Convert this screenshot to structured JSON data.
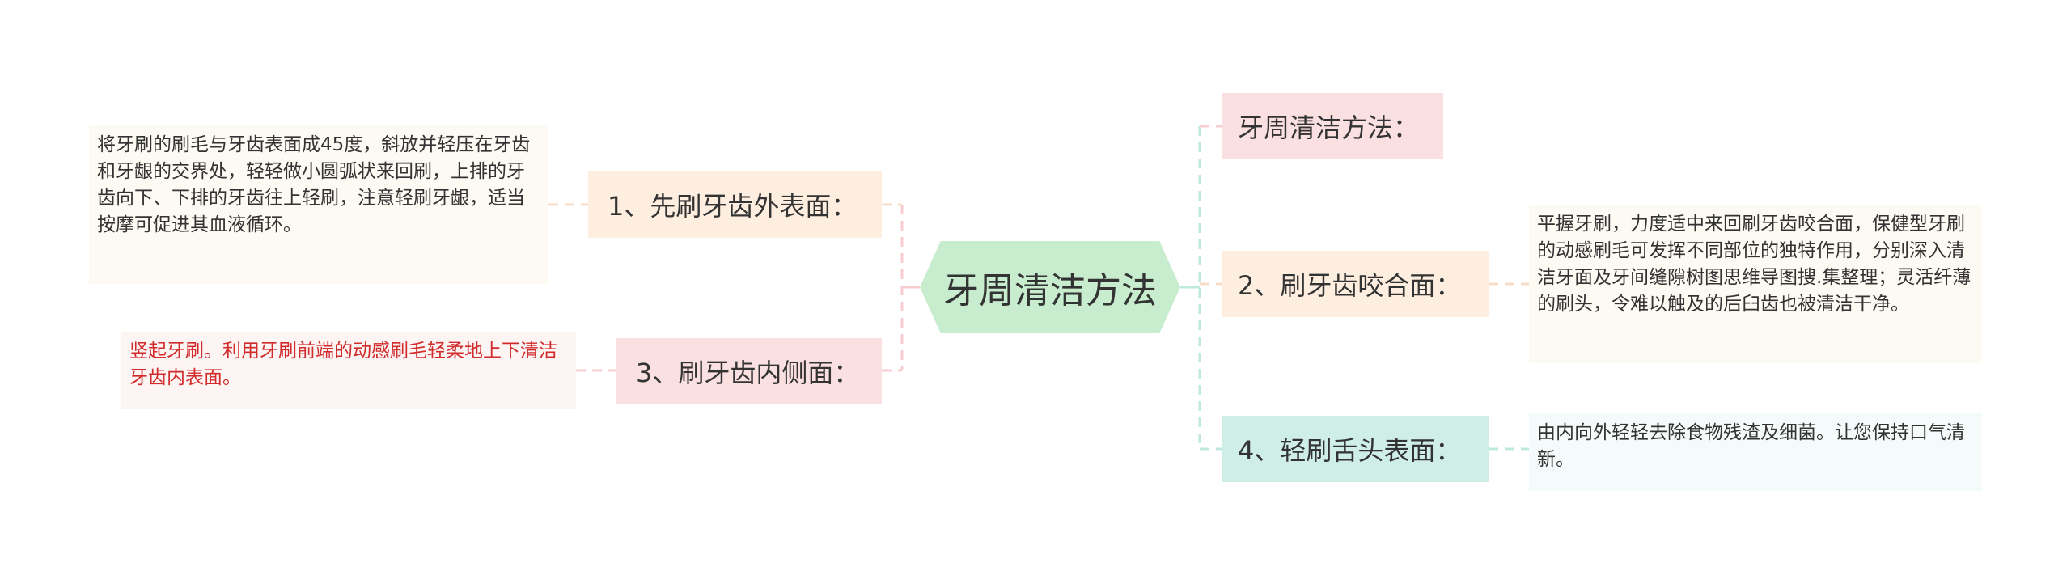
{
  "center": {
    "title": "牙周清洁方法"
  },
  "branches": [
    {
      "id": "b1",
      "label": "1、先刷牙齿外表面：",
      "color": "#fdeee0"
    },
    {
      "id": "b3",
      "label": "3、刷牙齿内侧面：",
      "color": "#fbe0e2"
    },
    {
      "id": "b0",
      "label": "牙周清洁方法：",
      "color": "#fbe0e2"
    },
    {
      "id": "b2",
      "label": "2、刷牙齿咬合面：",
      "color": "#fdeee0"
    },
    {
      "id": "b4",
      "label": "4、轻刷舌头表面：",
      "color": "#cfeee8"
    }
  ],
  "leaves": [
    {
      "id": "l1",
      "text": "将牙刷的刷毛与牙齿表面成45度，斜放并轻压在牙齿和牙龈的交界处，轻轻做小圆弧状来回刷，上排的牙齿向下、下排的牙齿往上轻刷，注意轻刷牙龈，适当按摩可促进其血液循环。",
      "color": "#fdf9f3"
    },
    {
      "id": "l3",
      "text": "竖起牙刷。利用牙刷前端的动感刷毛轻柔地上下清洁牙齿内表面。",
      "color": "#fdf4f4",
      "text_color": "#d12b2b"
    },
    {
      "id": "l2",
      "text": "平握牙刷，力度适中来回刷牙齿咬合面，保健型牙刷的动感刷毛可发挥不同部位的独特作用，分别深入清洁牙面及牙间缝隙树图思维导图搜.集整理；灵活纤薄的刷头，令难以触及的后臼齿也被清洁干净。",
      "color": "#fdf9f3"
    },
    {
      "id": "l4",
      "text": "由内向外轻轻去除食物残渣及细菌。让您保持口气清新。",
      "color": "#f5fbfa"
    }
  ],
  "connector_colors": {
    "pink": "#f8cdd0",
    "peach": "#f8dcc8",
    "mint": "#bfe8df"
  }
}
